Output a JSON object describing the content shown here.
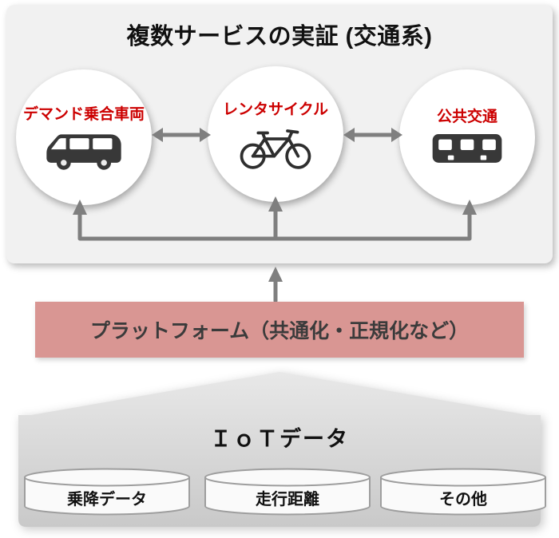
{
  "top_box": {
    "title": "複数サービスの実証 (交通系)",
    "nodes": [
      {
        "label": "デマンド乗合車両",
        "icon": "van-icon"
      },
      {
        "label": "レンタサイクル",
        "icon": "bicycle-icon"
      },
      {
        "label": "公共交通",
        "icon": "bus-icon"
      }
    ]
  },
  "platform": {
    "label": "プラットフォーム（共通化・正規化など）"
  },
  "iot": {
    "title": "ＩｏＴデータ",
    "databases": [
      {
        "label": "乗降データ"
      },
      {
        "label": "走行距離"
      },
      {
        "label": "その他"
      }
    ]
  },
  "colors": {
    "node_label_red": "#cc0000",
    "platform_bg": "#d99693",
    "panel_bg": "#f1f1f1",
    "arrow_gray": "#7f7f7f",
    "icon_dark": "#383838",
    "iot_shape_gray": "#d6d6d6",
    "cylinder_border": "#9e9e9e"
  }
}
